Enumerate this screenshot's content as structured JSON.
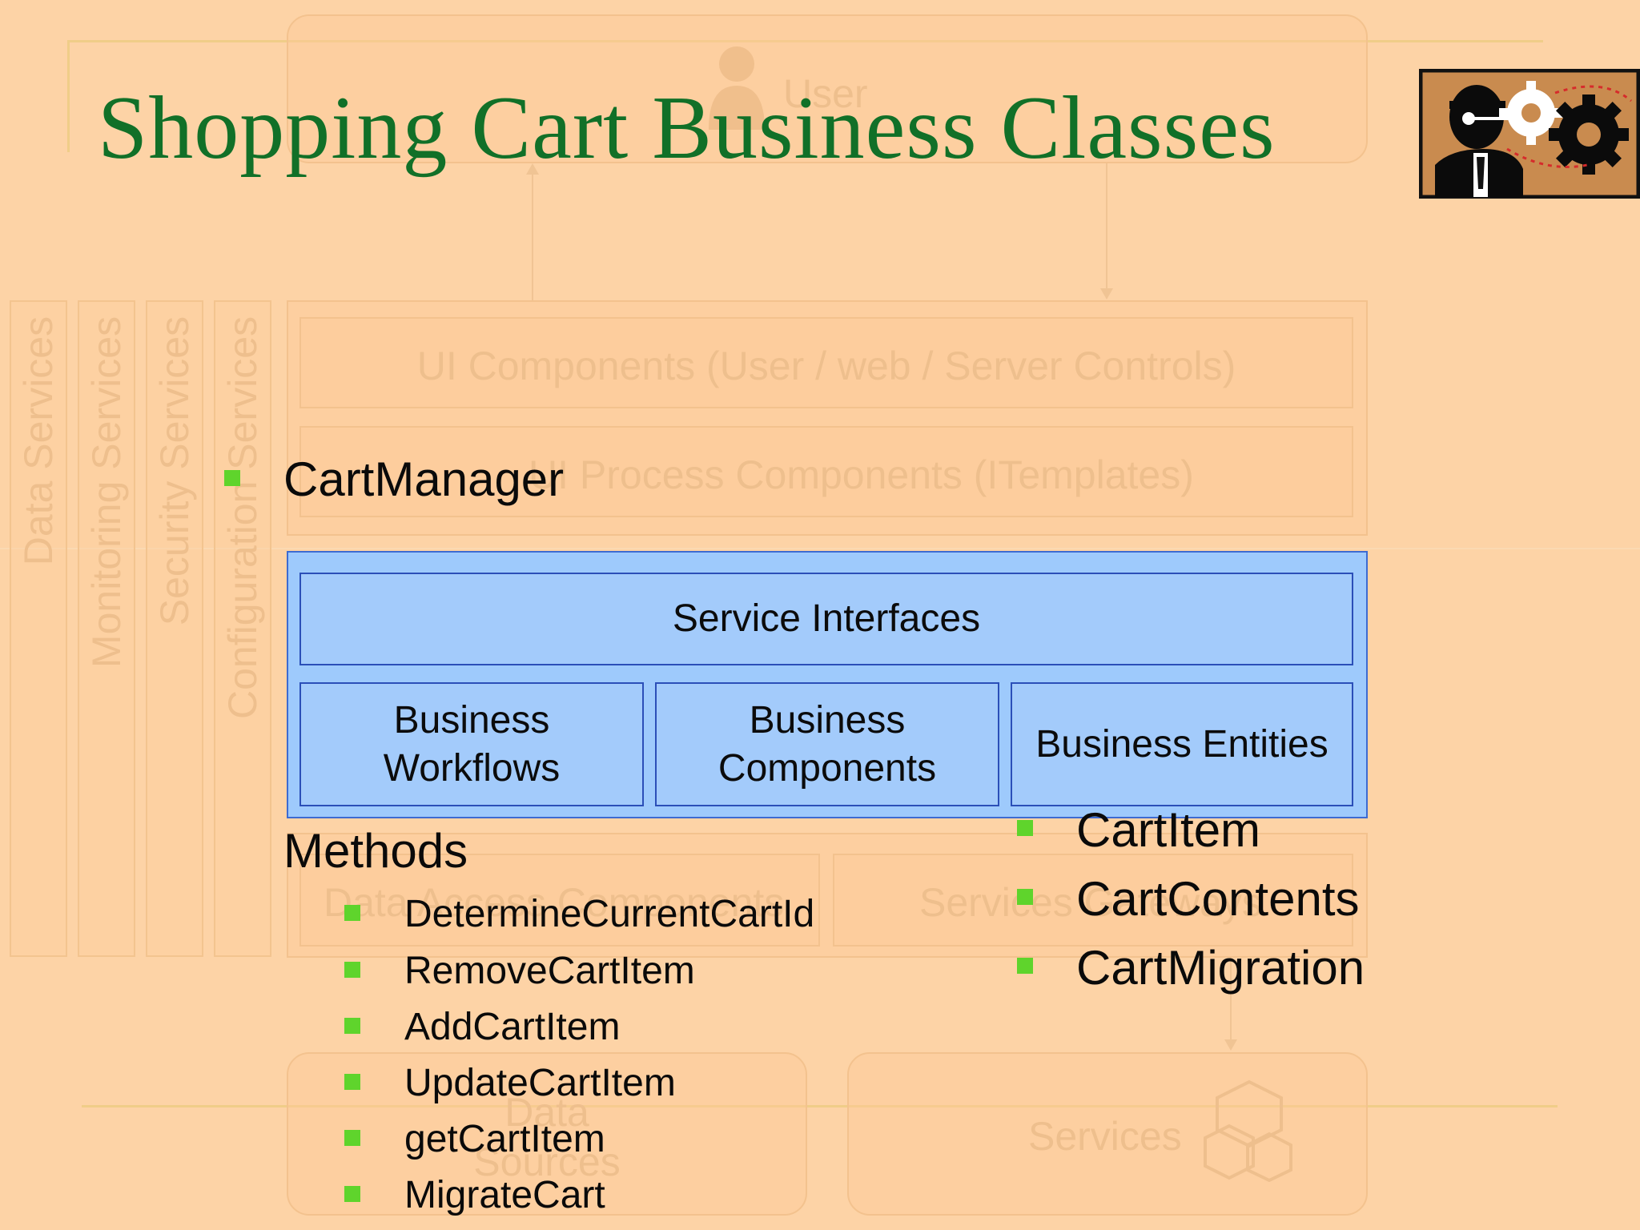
{
  "slide": {
    "title": "Shopping Cart Business Classes"
  },
  "background_diagram": {
    "user_label": "User",
    "ui_components": "UI Components (User / web / Server Controls)",
    "ui_process": "UI Process Components (ITemplates)",
    "data_access": "Data Access Components",
    "service_gateways": "Services Gateways",
    "data_sources": [
      "Data",
      "Sources"
    ],
    "services": "Services",
    "side_services": [
      "Data Services",
      "Monitoring Services",
      "Security Services",
      "Configuration Services"
    ]
  },
  "business_layer": {
    "service_interfaces": "Service Interfaces",
    "business_workflows": [
      "Business",
      "Workflows"
    ],
    "business_components": [
      "Business",
      "Components"
    ],
    "business_entities": "Business Entities"
  },
  "content": {
    "manager": "CartManager",
    "methods_heading": "Methods",
    "methods": [
      "DetermineCurrentCartId",
      "RemoveCartItem",
      "AddCartItem",
      "UpdateCartItem",
      "getCartItem",
      "MigrateCart"
    ],
    "entities": [
      "CartItem",
      "CartContents",
      "CartMigration"
    ]
  },
  "colors": {
    "background": "#fdd3a6",
    "title": "#117028",
    "business_fill": "#9ecafc",
    "business_border": "#2b4fb8",
    "bullet": "#5fd42c"
  },
  "icons": [
    "user-icon",
    "business-gears-icon",
    "services-cubes-icon"
  ]
}
